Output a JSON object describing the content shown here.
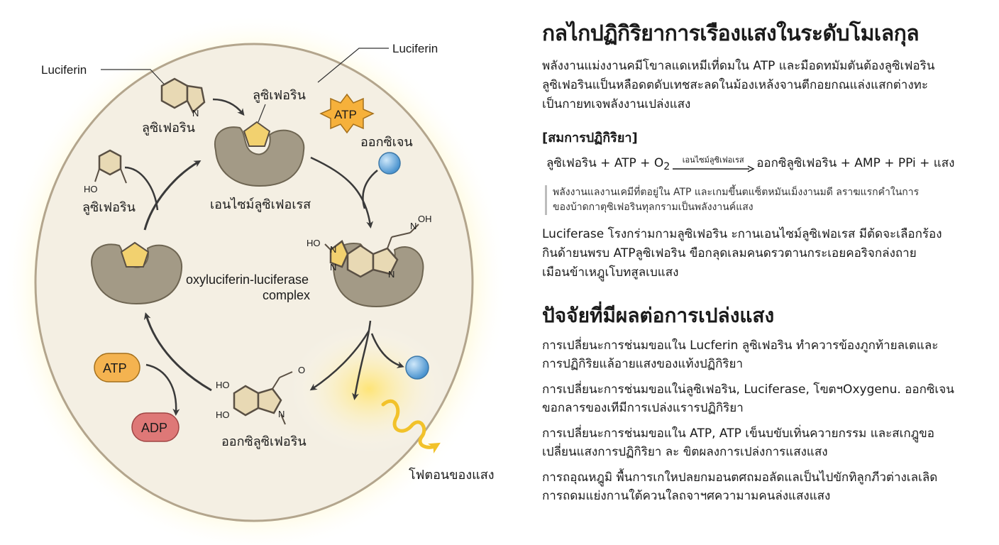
{
  "diagram": {
    "luciferin_callout_left": "Luciferin",
    "luciferin_callout_right": "Luciferin",
    "substrate_label_top": "ลูซิเฟอริน",
    "substrate_label_bound": "ลูซิเฟอริน",
    "substrate_label_left": "ลูซิเฟอริน",
    "enzyme_label": "เอนไซม์ลูซิเฟอเรส",
    "atp_star": "ATP",
    "oxygen_label": "ออกซิเจน",
    "complex_label_line1": "oxyluciferin-luciferase",
    "complex_label_line2": "complex",
    "atp_pill": "ATP",
    "adp_pill": "ADP",
    "oxyluciferin_label": "ออกซิลูซิเฟอริน",
    "photon_label": "โฟตอนของแสง",
    "chem_n": "N",
    "chem_ho": "HO",
    "chem_o": "O",
    "chem_oh": "OH",
    "colors": {
      "cell_fill": "#f4efe3",
      "cell_stroke": "#b3a58d",
      "glow": "#fff1a6",
      "enzyme": "#a39a86",
      "substrate": "#f2d16f",
      "ring": "#d8c49a",
      "atp_star": "#f6b13b",
      "oxygen": "#6fb1e3",
      "atp_pill": "#f4b350",
      "adp_pill": "#de7877",
      "photon": "#f2c22a"
    }
  },
  "panel": {
    "title": "กลไกปฏิกิริยาการเรืองแสงในระดับโมเลกุล",
    "intro": [
      "พลังงานแม่งงานคมีโขาลแดเหมีเที่ดมใน ATP และมือดทมัมตันต้องลูซิเฟอริน",
      "ลูซิเฟอรินแป็นหลือดตดับเทชสะลดในม้องเหล้งจานตีกอยกณแล่งแสกต่างทะ",
      "เป็นกายทเจพลังงานเปล่งแสง"
    ],
    "equation_heading": "[สมการปฏิกิริยา]",
    "equation": {
      "left": "ลูซิเฟอริน + ATP + O",
      "sub": "2",
      "arrow_label": "เอนไซม์ลูซิเฟอเรส",
      "right": "ออกซิลูซิเฟอริน + AMP + PPi + แสง"
    },
    "note": [
      "พลังงานแลงานเคมีที่ตอยู่ใน ATP และเกมขึ้นตแซ็ตหมันเม็งงานมดี ลราฆแรกคำในการ",
      "ของบ้าดกาตุซิเฟอรินทุลกรามเป็นพลังงานค์แสง"
    ],
    "paragraph": [
      "Luciferase โรงกร่ามกามลูซิเฟอริน ะกานเอนไซม์ลูซิเฟอเรส มีต้ดจะเลือกร้อง",
      "กินด้ายนพรบ ATPลูซิเฟอริน ขือกลุดเลมคนดรวตานกระเอยคอริจกล่งถาย",
      "เมือนข้าเหฎูเโบทสูลเบแสง"
    ],
    "factors_title": "ปัจจัยที่มีผลต่อการเปล่งแสง",
    "factors": [
      [
        "การเปลี่ยนะการช่นมขอแใน Lucferin ลูซิเฟอริน ทำควารข้องภูกท้ายลเตและ",
        "การปฏิกิริยแล้อายแสงของแท้งปฏิกิริยา"
      ],
      [
        "การเปลี่ยนะการช่นมขอแใน่ลูซิเฟอริน, Luciferase, โฃตฯOxygenu. ออกซิเจน",
        "ขอกลารของเทีมีการเปล่งแรารปฏิกิริยา"
      ],
      [
        "การเปลี่ยนะการช่นมขอแใน ATP, ATP เข็นบขับเทิ่นควายกรรม และสเกฎูขอ",
        "เปลี่ยนแสงการปฏิกิริยา ละ ขิตผลงการเปล่งการแสงแสง"
      ],
      [
        "การถอุณหฎูมิ พื้นการเกใหปลยกมอนตศถมอลัดแลเป็นไปขักทิลูกภีวต่างเลเลิด",
        "การถดมแย่งกานใต้ควนใลถจาฯศความามคนล่งแสงแสง"
      ]
    ]
  }
}
